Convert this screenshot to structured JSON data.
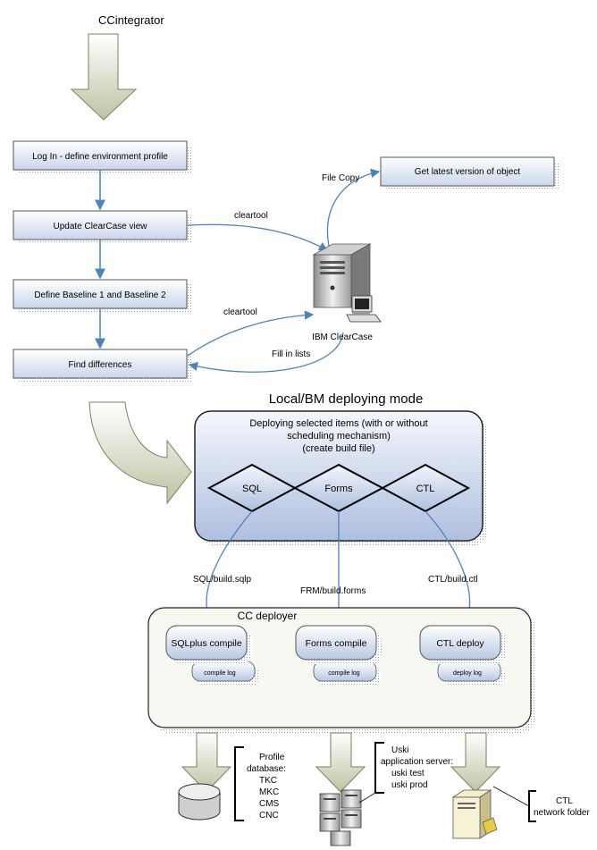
{
  "title": "CCintegrator",
  "steps": {
    "login": "Log In - define environment profile",
    "update": "Update ClearCase view",
    "baseline": "Define Baseline 1 and Baseline 2",
    "diff": "Find differences"
  },
  "latest": "Get latest version of object",
  "edges": {
    "file_copy": "File Copy",
    "cleartool_1": "cleartool",
    "cleartool_2": "cleartool",
    "fill_lists": "Fill in lists"
  },
  "server_label": "IBM ClearCase",
  "deploy_mode_title": "Local/BM deploying mode",
  "deploy_box": {
    "line1": "Deploying selected items (with or without",
    "line2": "scheduling mechanism)",
    "line3": "(create build file)",
    "diamonds": [
      "SQL",
      "Forms",
      "CTL"
    ]
  },
  "build_files": {
    "sql": "SQL/build.sqlp",
    "frm": "FRM/build.forms",
    "ctl": "CTL/build.ctl"
  },
  "deployer": {
    "title": "CC deployer",
    "modules": [
      "SQLplus compile",
      "Forms compile",
      "CTL deploy"
    ],
    "logs": [
      "compile log",
      "compile log",
      "deploy log"
    ]
  },
  "targets": {
    "profile_db": [
      "Profile",
      "database:",
      "TKC",
      "MKC",
      "CMS",
      "CNC"
    ],
    "uski": [
      "Uski",
      "application server:",
      "uski test",
      "uski prod"
    ],
    "ctl": [
      "CTL",
      "network folder"
    ]
  }
}
